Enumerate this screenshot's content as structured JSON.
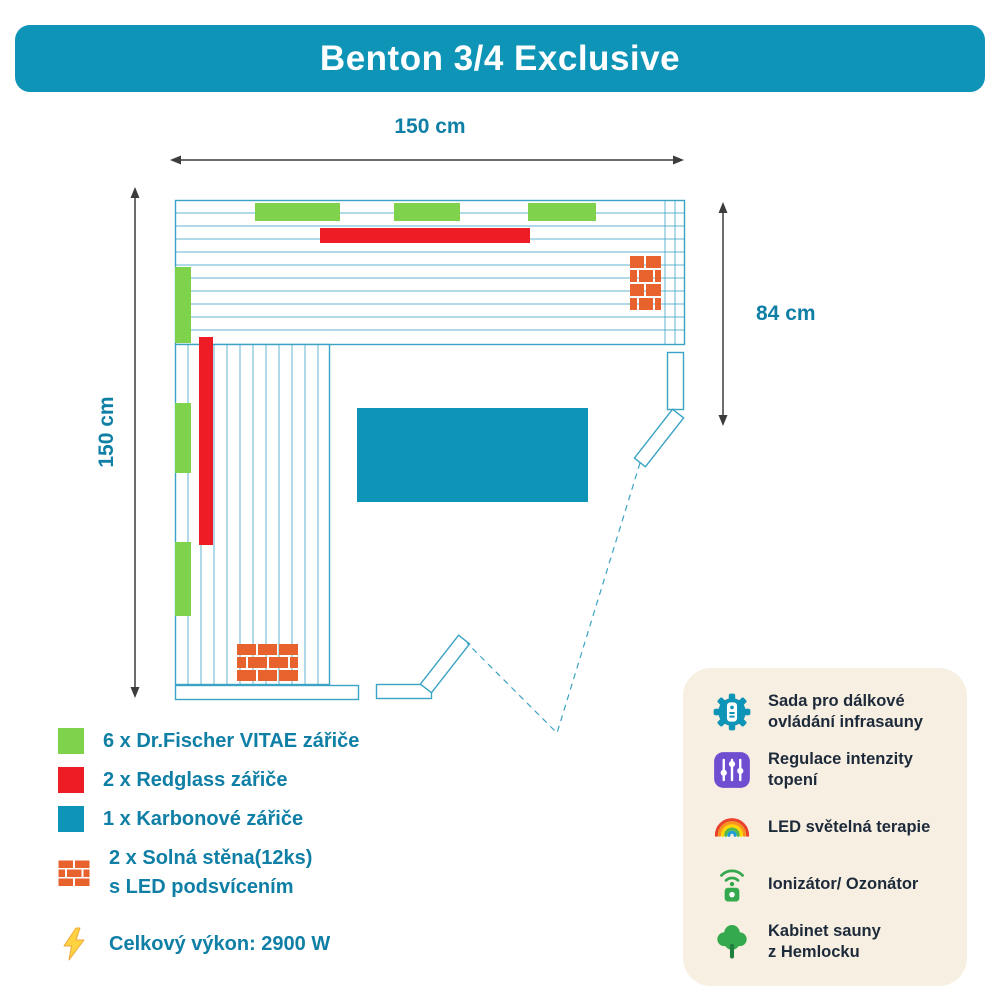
{
  "title": "Benton 3/4 Exclusive",
  "dimensions": {
    "width_top": "150 cm",
    "depth_right": "84 cm",
    "depth_left": "150 cm"
  },
  "legend": {
    "items": [
      {
        "icon": "green-swatch",
        "label": "6 x Dr.Fischer VITAE zářiče"
      },
      {
        "icon": "red-swatch",
        "label": "2 x Redglass zářiče"
      },
      {
        "icon": "teal-swatch",
        "label": "1 x Karbonové zářiče"
      },
      {
        "icon": "salt-brick-icon",
        "label": "2 x Solná stěna(12ks)",
        "label_line2": "s LED podsvícením"
      },
      {
        "icon": "lightning-icon",
        "label": "Celkový výkon: 2900 W"
      }
    ]
  },
  "features": {
    "items": [
      {
        "icon": "remote-control-icon",
        "line1": "Sada pro dálkové",
        "line2": "ovládání infrasauny"
      },
      {
        "icon": "intensity-sliders-icon",
        "line1": "Regulace intenzity",
        "line2": "topení"
      },
      {
        "icon": "rainbow-icon",
        "line1": "LED světelná terapie",
        "line2": ""
      },
      {
        "icon": "ionizer-icon",
        "line1": "Ionizátor/ Ozonátor",
        "line2": ""
      },
      {
        "icon": "tree-icon",
        "line1": "Kabinet sauny",
        "line2": "z Hemlocku"
      }
    ]
  },
  "colors": {
    "banner": "#0d94b6",
    "legend_text": "#0f7fa6",
    "feature_text": "#1d2a3a",
    "plan_line": "#3ba3c4",
    "arrow": "#3c3c3c",
    "green": "#7fd24b",
    "red": "#ee1c25",
    "teal_fill": "#0d94b6",
    "brick": "#e8622d",
    "panel_bg": "#f7efe2",
    "bolt_yellow": "#ffd33f",
    "slider_purple": "#6f4fd0",
    "icon_green": "#35a94d",
    "tree_trunk": "#1f7f3c",
    "rainbow_1": "#e8432d",
    "rainbow_2": "#f7941d",
    "rainbow_3": "#ffd400",
    "rainbow_4": "#56b947",
    "rainbow_5": "#1e9cd7"
  }
}
